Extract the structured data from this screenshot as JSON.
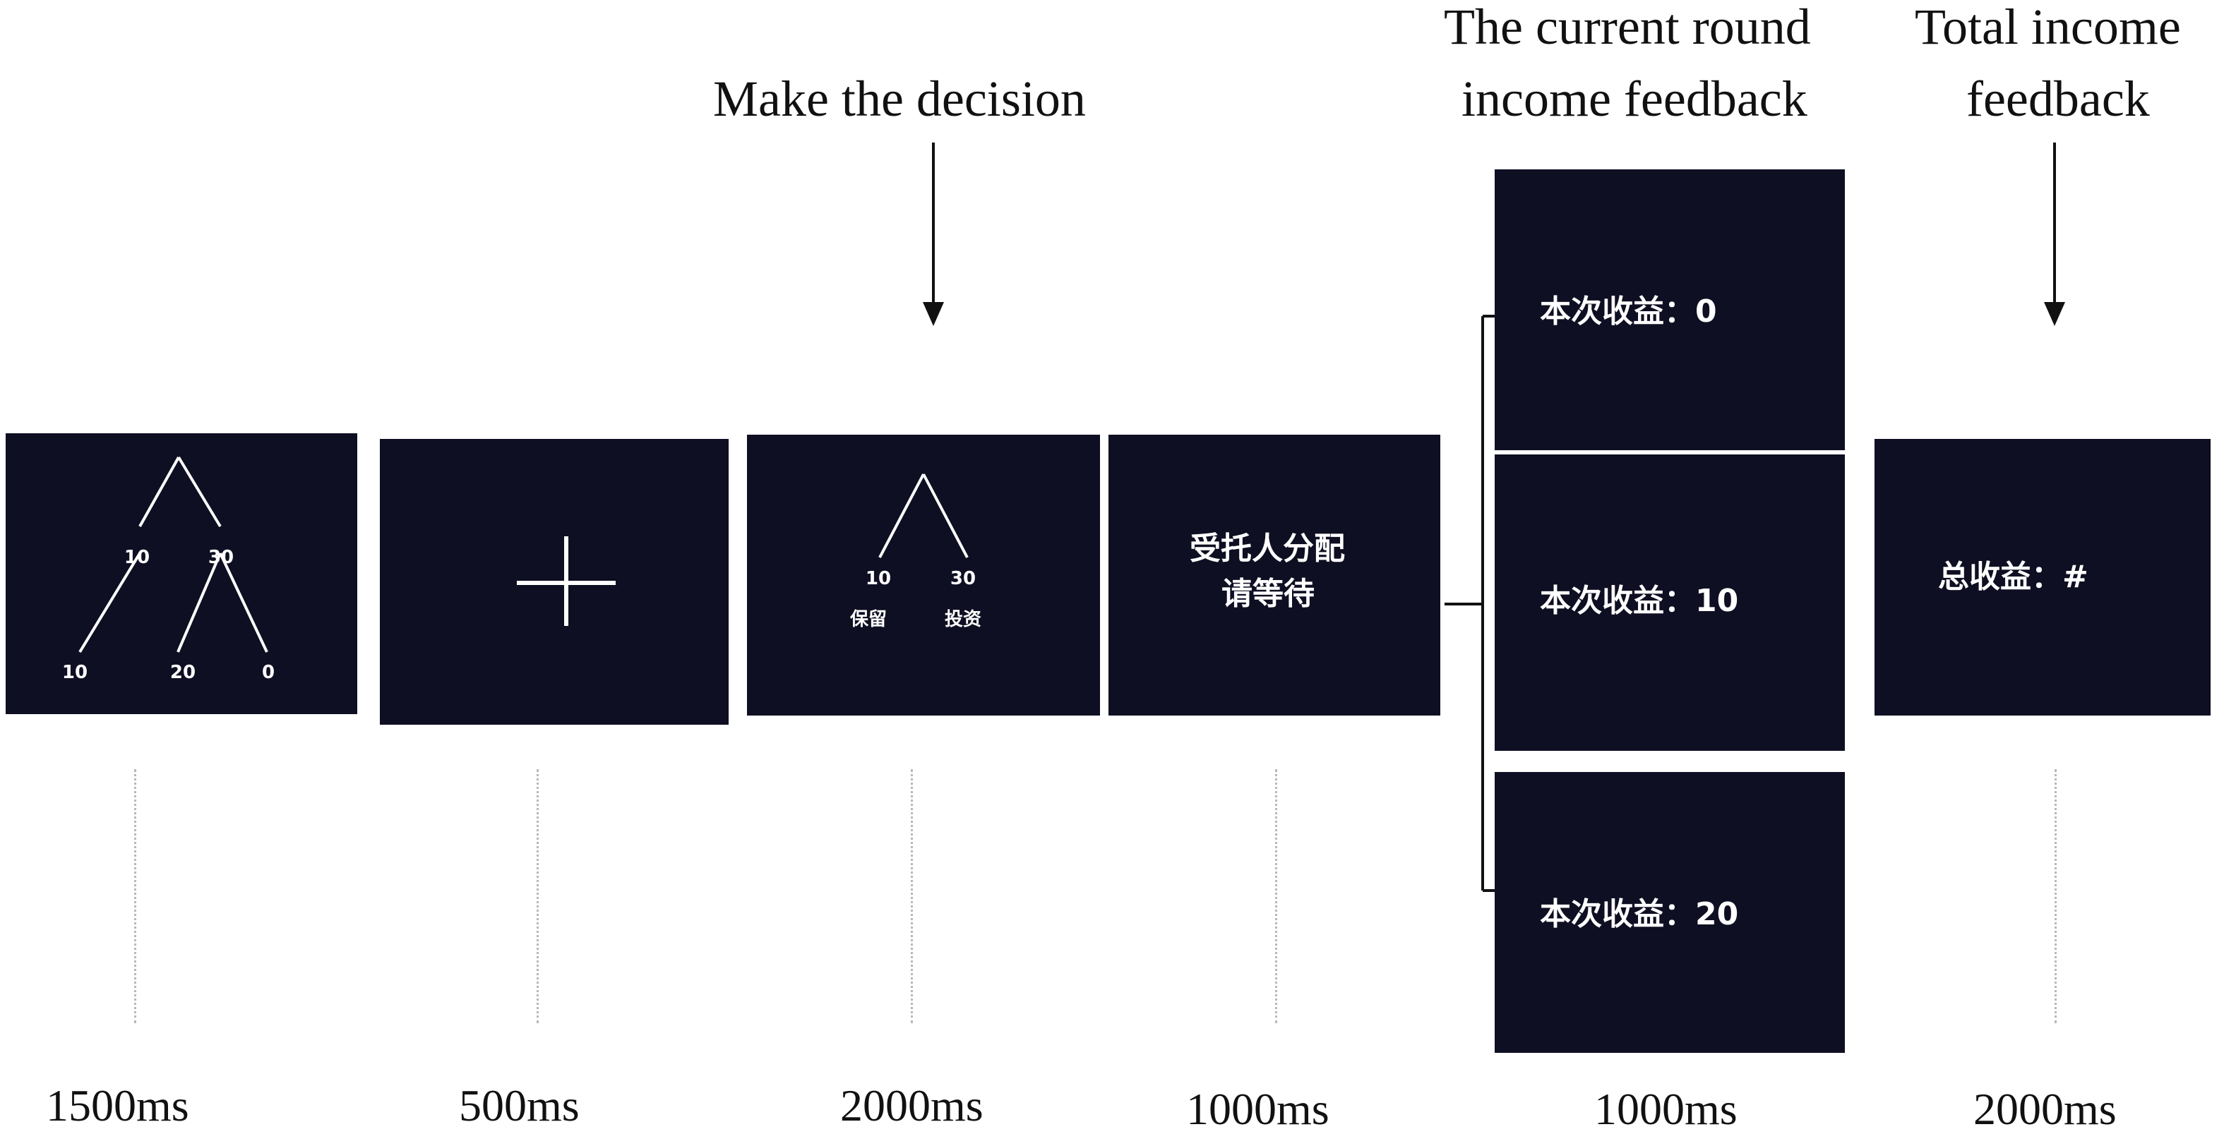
{
  "header_labels": {
    "decision": "Make the decision",
    "current_round_line1": "The current round",
    "current_round_line2": "income  feedback",
    "total_line1": "Total income",
    "total_line2": "feedback"
  },
  "screens": {
    "tree": {
      "node_left": "10",
      "node_right": "30",
      "leaf_1": "10",
      "leaf_2": "20",
      "leaf_3": "0"
    },
    "fixation": {
      "symbol": "+"
    },
    "decision": {
      "left_value": "10",
      "right_value": "30",
      "left_option": "保留",
      "right_option": "投资"
    },
    "waiting": {
      "line1": "受托人分配",
      "line2": "请等待"
    },
    "current_feedback": [
      "本次收益：0",
      "本次收益：10",
      "本次收益：20"
    ],
    "total_feedback": "总收益：#"
  },
  "durations": [
    "1500ms",
    "500ms",
    "2000ms",
    "1000ms",
    "1000ms",
    "2000ms"
  ],
  "colors": {
    "screen_bg": "#0f0f23",
    "stroke": "#ffffff",
    "text": "#111111"
  }
}
